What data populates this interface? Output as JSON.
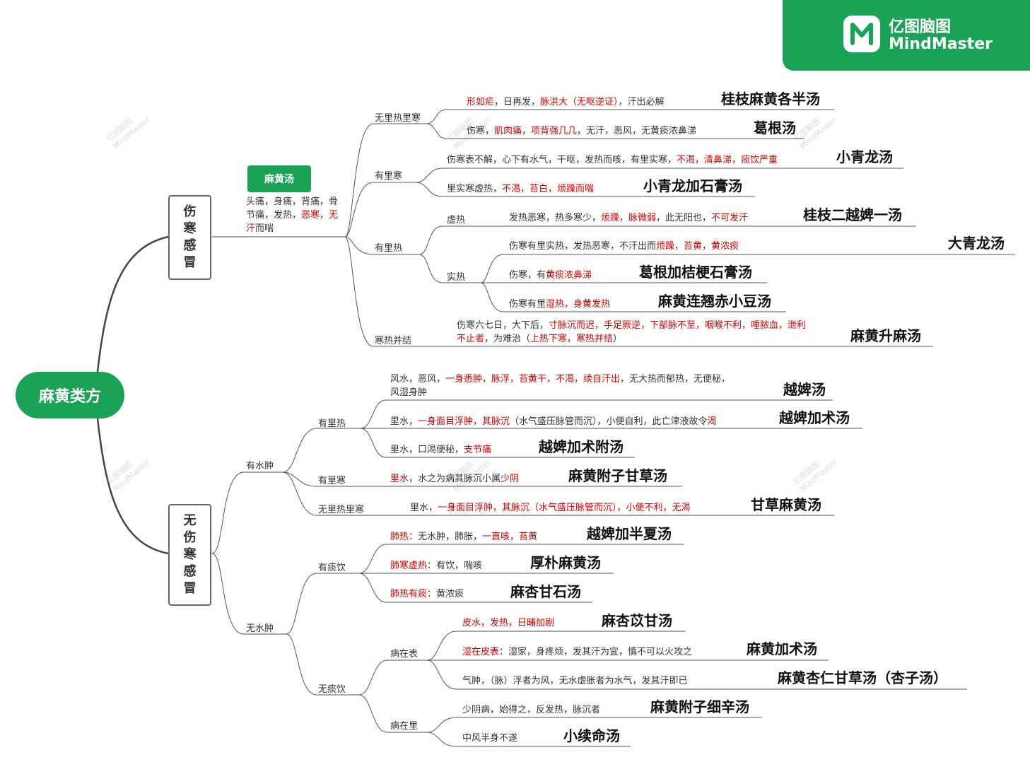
{
  "brand": {
    "name_cn": "亿图脑图",
    "name_en": "MindMaster",
    "watermark_cn": "亿图脑图",
    "watermark_en": "MindMaster"
  },
  "colors": {
    "accent": "#1aa257",
    "highlight": "#d40000",
    "line": "#555555"
  },
  "root": "麻黄类方",
  "groups": [
    {
      "label_chars": [
        "伤",
        "寒",
        "感",
        "冒"
      ]
    },
    {
      "label_chars": [
        "无",
        "伤",
        "寒",
        "感",
        "冒"
      ]
    }
  ],
  "mahuang_tang": {
    "label": "麻黄汤",
    "desc": [
      {
        "t": "头痛，身痛，背痛，",
        "r": false
      },
      {
        "t": "骨节痛，发热，",
        "r": false
      },
      {
        "t": "恶寒",
        "r": true
      },
      {
        "t": "，",
        "r": false
      },
      {
        "t": "无汗",
        "r": true
      },
      {
        "t": "而喘",
        "r": false
      }
    ]
  },
  "branches": {
    "b1": "无里热里寒",
    "b2": "有里寒",
    "b3": "有里热",
    "b3a": "虚热",
    "b3b": "实热",
    "b4": "寒热并结",
    "c1": "有水肿",
    "c1a": "有里热",
    "c1b": "有里寒",
    "c1c": "无里热里寒",
    "c2": "无水肿",
    "c2a": "有痰饮",
    "c2b": "无痰饮",
    "c2b1": "病在表",
    "c2b2": "病在里"
  },
  "formulas": {
    "f1": "桂枝麻黄各半汤",
    "f2": "葛根汤",
    "f3": "小青龙汤",
    "f4": "小青龙加石膏汤",
    "f5": "桂枝二越婢一汤",
    "f6": "大青龙汤",
    "f7": "葛根加桔梗石膏汤",
    "f8": "麻黄连翘赤小豆汤",
    "f9": "麻黄升麻汤",
    "f10": "越婢汤",
    "f11": "越婢加术汤",
    "f12": "越婢加术附汤",
    "f13": "麻黄附子甘草汤",
    "f14": "甘草麻黄汤",
    "f15": "越婢加半夏汤",
    "f16": "厚朴麻黄汤",
    "f17": "麻杏甘石汤",
    "f18": "麻杏苡甘汤",
    "f19": "麻黄加术汤",
    "f20": "麻黄杏仁甘草汤（杏子汤）",
    "f21": "麻黄附子细辛汤",
    "f22": "小续命汤"
  },
  "conditions": {
    "k1": [
      {
        "t": "形如疟",
        "r": true
      },
      {
        "t": "，日再发，",
        "r": false
      },
      {
        "t": "脉洪大（无呕逆证）",
        "r": true
      },
      {
        "t": "，汗出必解",
        "r": false
      }
    ],
    "k2": [
      {
        "t": "伤寒，",
        "r": false
      },
      {
        "t": "肌肉痛，项背强几几",
        "r": true
      },
      {
        "t": "，无汗，恶风，无黄痰浓鼻涕",
        "r": false
      }
    ],
    "k3": [
      {
        "t": "伤寒表不解，心下有水气，干呕，发热而咳，有里实寒，",
        "r": false
      },
      {
        "t": "不渴，清鼻涕，痰饮严重",
        "r": true
      }
    ],
    "k4": [
      {
        "t": "里实寒虚热，",
        "r": false
      },
      {
        "t": "不渴，苔白，烦躁而喘",
        "r": true
      }
    ],
    "k5": [
      {
        "t": "发热恶寒，热多寒少，",
        "r": false
      },
      {
        "t": "烦躁，脉微弱",
        "r": true
      },
      {
        "t": "，此无阳也，",
        "r": false
      },
      {
        "t": "不可发汗",
        "r": true
      }
    ],
    "k6": [
      {
        "t": "伤寒有里实热，发热恶寒，不汗出而",
        "r": false
      },
      {
        "t": "烦躁，苔黄，黄浓痰",
        "r": true
      }
    ],
    "k7": [
      {
        "t": "伤寒，有",
        "r": false
      },
      {
        "t": "黄痰浓鼻涕",
        "r": true
      }
    ],
    "k8": [
      {
        "t": "伤寒有里",
        "r": false
      },
      {
        "t": "湿热，身黄发热",
        "r": true
      }
    ],
    "k9": [
      {
        "t": "伤寒六七日，大下后，",
        "r": false
      },
      {
        "t": "寸脉沉而迟，手足厥逆，下部脉不至，咽喉不利，唾脓血，泄利不止者",
        "r": true
      },
      {
        "t": "，为难治（",
        "r": false
      },
      {
        "t": "上热下寒，寒热并结",
        "r": true
      },
      {
        "t": "）",
        "r": false
      }
    ],
    "k10": [
      {
        "t": "风水，恶风，",
        "r": false
      },
      {
        "t": "一身悉肿，脉浮，苔黄干，不渴，续自汗出",
        "r": true
      },
      {
        "t": "，无大热而郁热，无便秘，风湿身肿",
        "r": false
      }
    ],
    "k11": [
      {
        "t": "里水，",
        "r": false
      },
      {
        "t": "一身面目浮肿，其脉沉",
        "r": true
      },
      {
        "t": "（水气盛压脉管而沉），小便自利，此亡津液故令",
        "r": false
      },
      {
        "t": "渴",
        "r": true
      }
    ],
    "k12": [
      {
        "t": "里水，口渴便秘，",
        "r": false
      },
      {
        "t": "支节痛",
        "r": true
      }
    ],
    "k13": [
      {
        "t": "里水",
        "r": true
      },
      {
        "t": "，水之为病其脉沉小属",
        "r": false
      },
      {
        "t": "少阴",
        "r": true
      }
    ],
    "k14": [
      {
        "t": "里水，",
        "r": false
      },
      {
        "t": "一身面目浮肿，其脉沉（水气盛压脉管而沉），小便不利，无渴",
        "r": true
      }
    ],
    "k15": [
      {
        "t": "肺热",
        "r": true
      },
      {
        "t": "：无水肿，肺胀，",
        "r": false
      },
      {
        "t": "一直咳，苔黄",
        "r": true
      }
    ],
    "k16": [
      {
        "t": "肺寒虚热",
        "r": true
      },
      {
        "t": "：有饮，喘咳",
        "r": false
      }
    ],
    "k17": [
      {
        "t": "肺热有痰",
        "r": true
      },
      {
        "t": "：黄浓痰",
        "r": false
      }
    ],
    "k18": [
      {
        "t": "皮水，发热，日晡加剧",
        "r": true
      }
    ],
    "k19": [
      {
        "t": "湿在皮表",
        "r": true
      },
      {
        "t": "：湿家，身疼烦，发其汗为宜，慎不可以火攻之",
        "r": false
      }
    ],
    "k20": [
      {
        "t": "气肿，（脉）浮者为风，无水虚胀者为水气，发其汗即已",
        "r": false
      }
    ],
    "k21": [
      {
        "t": "少阴病，始得之，反发热，脉沉者",
        "r": false
      }
    ],
    "k22": [
      {
        "t": "中风半身不遂",
        "r": false
      }
    ]
  }
}
